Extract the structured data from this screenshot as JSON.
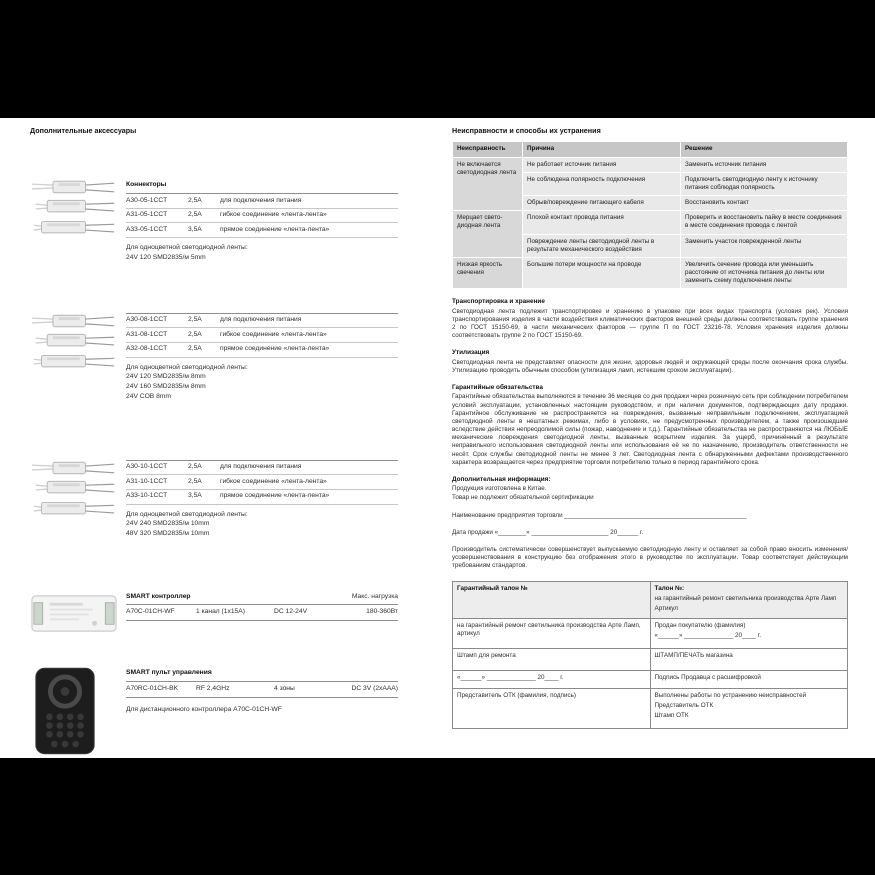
{
  "left": {
    "title": "Дополнительные аксессуары",
    "connectors_title": "Коннекторы",
    "groups": [
      {
        "rows": [
          {
            "art": "A30-05-1CCT",
            "amp": "2,5А",
            "desc": "для подключения питания"
          },
          {
            "art": "A31-05-1CCT",
            "amp": "2,5А",
            "desc": "гибкое соединение «лента-лента»"
          },
          {
            "art": "A33-05-1CCT",
            "amp": "3,5А",
            "desc": "прямое соединение «лента-лента»"
          }
        ],
        "note_title": "Для одноцветной светодиодной ленты:",
        "notes": [
          "24V 120 SMD2835/м 5mm"
        ]
      },
      {
        "rows": [
          {
            "art": "A30-08-1CCT",
            "amp": "2,5А",
            "desc": "для подключения питания"
          },
          {
            "art": "A31-08-1CCT",
            "amp": "2,5А",
            "desc": "гибкое соединение «лента-лента»"
          },
          {
            "art": "A32-08-1CCT",
            "amp": "2,5А",
            "desc": "прямое соединение «лента-лента»"
          }
        ],
        "note_title": "Для одноцветной светодиодной ленты:",
        "notes": [
          "24V 120 SMD2835/м 8mm",
          "24V 160 SMD2835/м 8mm",
          "24V COB 8mm"
        ]
      },
      {
        "rows": [
          {
            "art": "A30-10-1CCT",
            "amp": "2,5А",
            "desc": "для подключения питания"
          },
          {
            "art": "A31-10-1CCT",
            "amp": "2,5А",
            "desc": "гибкое соединение «лента-лента»"
          },
          {
            "art": "A33-10-1CCT",
            "amp": "3,5А",
            "desc": "прямое соединение «лента-лента»"
          }
        ],
        "note_title": "Для одноцветной светодиодной ленты:",
        "notes": [
          "24V 240 SMD2835/м 10mm",
          "48V 320 SMD2835/м 10mm"
        ]
      }
    ],
    "controller": {
      "title": "SMART контроллер",
      "max_load": "Макс. нагрузка",
      "art": "A70C-01CH-WF",
      "channels": "1 канал (1х15А)",
      "voltage": "DC 12-24V",
      "power": "180-360Вт"
    },
    "remote": {
      "title": "SMART пульт управления",
      "art": "A70RC-01CH-BK",
      "rf": "RF 2,4GHz",
      "zones": "4 зоны",
      "voltage": "DC 3V (2хААА)",
      "note": "Для дистанционного контроллера A70C-01CH-WF"
    }
  },
  "right": {
    "faults_title": "Неисправности и способы их устранения",
    "faults_table": {
      "headers": [
        "Неисправность",
        "Причина",
        "Решение"
      ],
      "groups": [
        {
          "fault": "Не включается светодиодная лента",
          "rows": [
            {
              "cause": "Не работает источник питания",
              "fix": "Заменить источник питания"
            },
            {
              "cause": "Не соблюдена полярность подключения",
              "fix": "Подключить светодиодную ленту к источнику питания соблюдая полярность"
            },
            {
              "cause": "Обрыв/повреждение питающего кабеля",
              "fix": "Восстановить контакт"
            }
          ]
        },
        {
          "fault": "Мерцает свето-диодная лента",
          "rows": [
            {
              "cause": "Плохой контакт провода питания",
              "fix": "Проверить и восстановить пайку в месте соединения в месте соединения провода с лентой"
            },
            {
              "cause": "Повреждение ленты светодиодной ленты в результате механического воздействия",
              "fix": "Заменить участок поврежденной ленты"
            }
          ]
        },
        {
          "fault": "Низкая яркость свечения",
          "rows": [
            {
              "cause": "Большие потери мощности на проводе",
              "fix": "Увеличить сечение провода или уменьшить расстояние от источника питания до ленты или заменить схему подключения ленты"
            }
          ]
        }
      ]
    },
    "transport": {
      "title": "Транспортировка и хранение",
      "body": "Светодиодная лента подлежит транспортировке и хранению в упаковке при всех видах транспорта (условия рек). Условия транспортирования изделия в части воздействия климатических факторов внешней среды должны соответствовать группе хранения 2 по ГОСТ 15150-69, в части механических факторов — группе П по ГОСТ 23216-78. Условия хранения изделия должны соответствовать группе 2 по ГОСТ 15150-69."
    },
    "recycle": {
      "title": "Утилизация",
      "body": "Светодиодная лента не представляет опасности для жизни, здоровья людей и окружающей среды после окончания срока службы. Утилизацию проводить обычным способом (утилизация ламп, истекшим сроком эксплуатации)."
    },
    "warranty": {
      "title": "Гарантийные обязательства",
      "body": "Гарантийные обязательства выполняются в течение 36 месяцев со дня продажи через розничную сеть при соблюдении потребителем условий эксплуатации, установленных настоящим руководством, и при наличии документов, подтверждающих дату продажи. Гарантийное обслуживание не распространяется на повреждения, вызванные неправильным подключением, эксплуатацией светодиодной ленты в нештатных режимах, либо в условиях, не предусмотренных производителем, а также произошедшие вследствие действия непреодолимой силы (пожар, наводнение и т.д.). Гарантийные обязательства не распространяются на ЛЮБЫЕ механические повреждения светодиодной ленты, вызванные вскрытием изделия. За ущерб, причинённый в результате неправильного использования светодиодной ленты или использования её не по назначению, производитель ответственности не несёт. Срок службы светодиодной ленты не менее 3 лет. Светодиодная лента с обнаруженными дефектами производственного характера возвращается через предприятие торговли потребителю только в период гарантийного срока."
    },
    "extra": {
      "title": "Дополнительная информация:",
      "line1": "Продукция изготовлена в Китае.",
      "line2": "Товар не подлежит обязательной сертификации"
    },
    "store_line": "Наименование предприятия торговли  ____________________________________________________",
    "date_line": "Дата продажи   «________»  ______________________  20______ г.",
    "manufacturer_note": "Производитель систематически совершенствует выпускаемую светодиодную ленту и оставляет за собой право вносить изменения/усовершенствования в конструкцию без отображения этого в руководстве по эксплуатации. Товар соответствует действующим требованиям стандартов.",
    "warranty_card": {
      "rows": [
        {
          "left": "Гарантийный талон №",
          "right_lines": [
            "Талон №:",
            "на гарантийный ремонт светильника производства Арте Ламп",
            "Артикул"
          ]
        },
        {
          "left": "на гарантийный ремонт светильника производства Арте Ламп, артикул",
          "right_lines": [
            "Продан покупателю (фамилия)",
            "«______»  ______________  20____ г."
          ]
        },
        {
          "left": "Штамп для ремонта",
          "right_lines": [
            "ШТАМП/ПЕЧАТЬ магазина"
          ]
        },
        {
          "left": "«______»  ______________  20____ г.",
          "right_lines": [
            "Подпись Продавца с расшифровкой"
          ]
        },
        {
          "left": "Представитель ОТК (фамилия, подпись)",
          "right_lines": [
            "Выполнены работы по устранению неисправностей",
            "Представитель ОТК",
            "Штамп ОТК"
          ]
        }
      ]
    }
  }
}
